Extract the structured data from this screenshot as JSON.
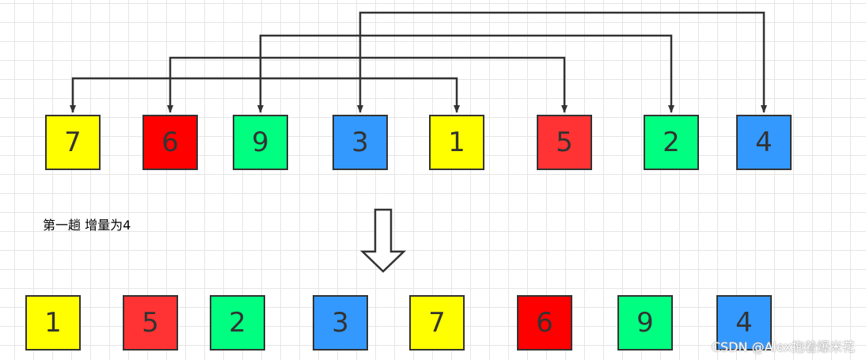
{
  "diagram": {
    "caption": "第一趟 增量为4",
    "watermark": "CSDN @Alex抱着爆米花",
    "colors": {
      "yellow": "#ffff00",
      "red": "#ff0000",
      "coral": "#ff3333",
      "green": "#00ff80",
      "blue": "#3399ff",
      "border": "#333333",
      "arrow": "#333333"
    },
    "before": [
      {
        "value": "7",
        "color": "yellow"
      },
      {
        "value": "6",
        "color": "red"
      },
      {
        "value": "9",
        "color": "green"
      },
      {
        "value": "3",
        "color": "blue"
      },
      {
        "value": "1",
        "color": "yellow"
      },
      {
        "value": "5",
        "color": "coral"
      },
      {
        "value": "2",
        "color": "green"
      },
      {
        "value": "4",
        "color": "blue"
      }
    ],
    "after": [
      {
        "value": "1",
        "color": "yellow"
      },
      {
        "value": "5",
        "color": "coral"
      },
      {
        "value": "2",
        "color": "green"
      },
      {
        "value": "3",
        "color": "blue"
      },
      {
        "value": "7",
        "color": "yellow"
      },
      {
        "value": "6",
        "color": "red"
      },
      {
        "value": "9",
        "color": "green"
      },
      {
        "value": "4",
        "color": "blue"
      }
    ],
    "swap_pairs": [
      {
        "from": 0,
        "to": 4
      },
      {
        "from": 1,
        "to": 5
      },
      {
        "from": 2,
        "to": 6
      },
      {
        "from": 3,
        "to": 7
      }
    ],
    "transition_icon": "down-arrow-icon"
  }
}
